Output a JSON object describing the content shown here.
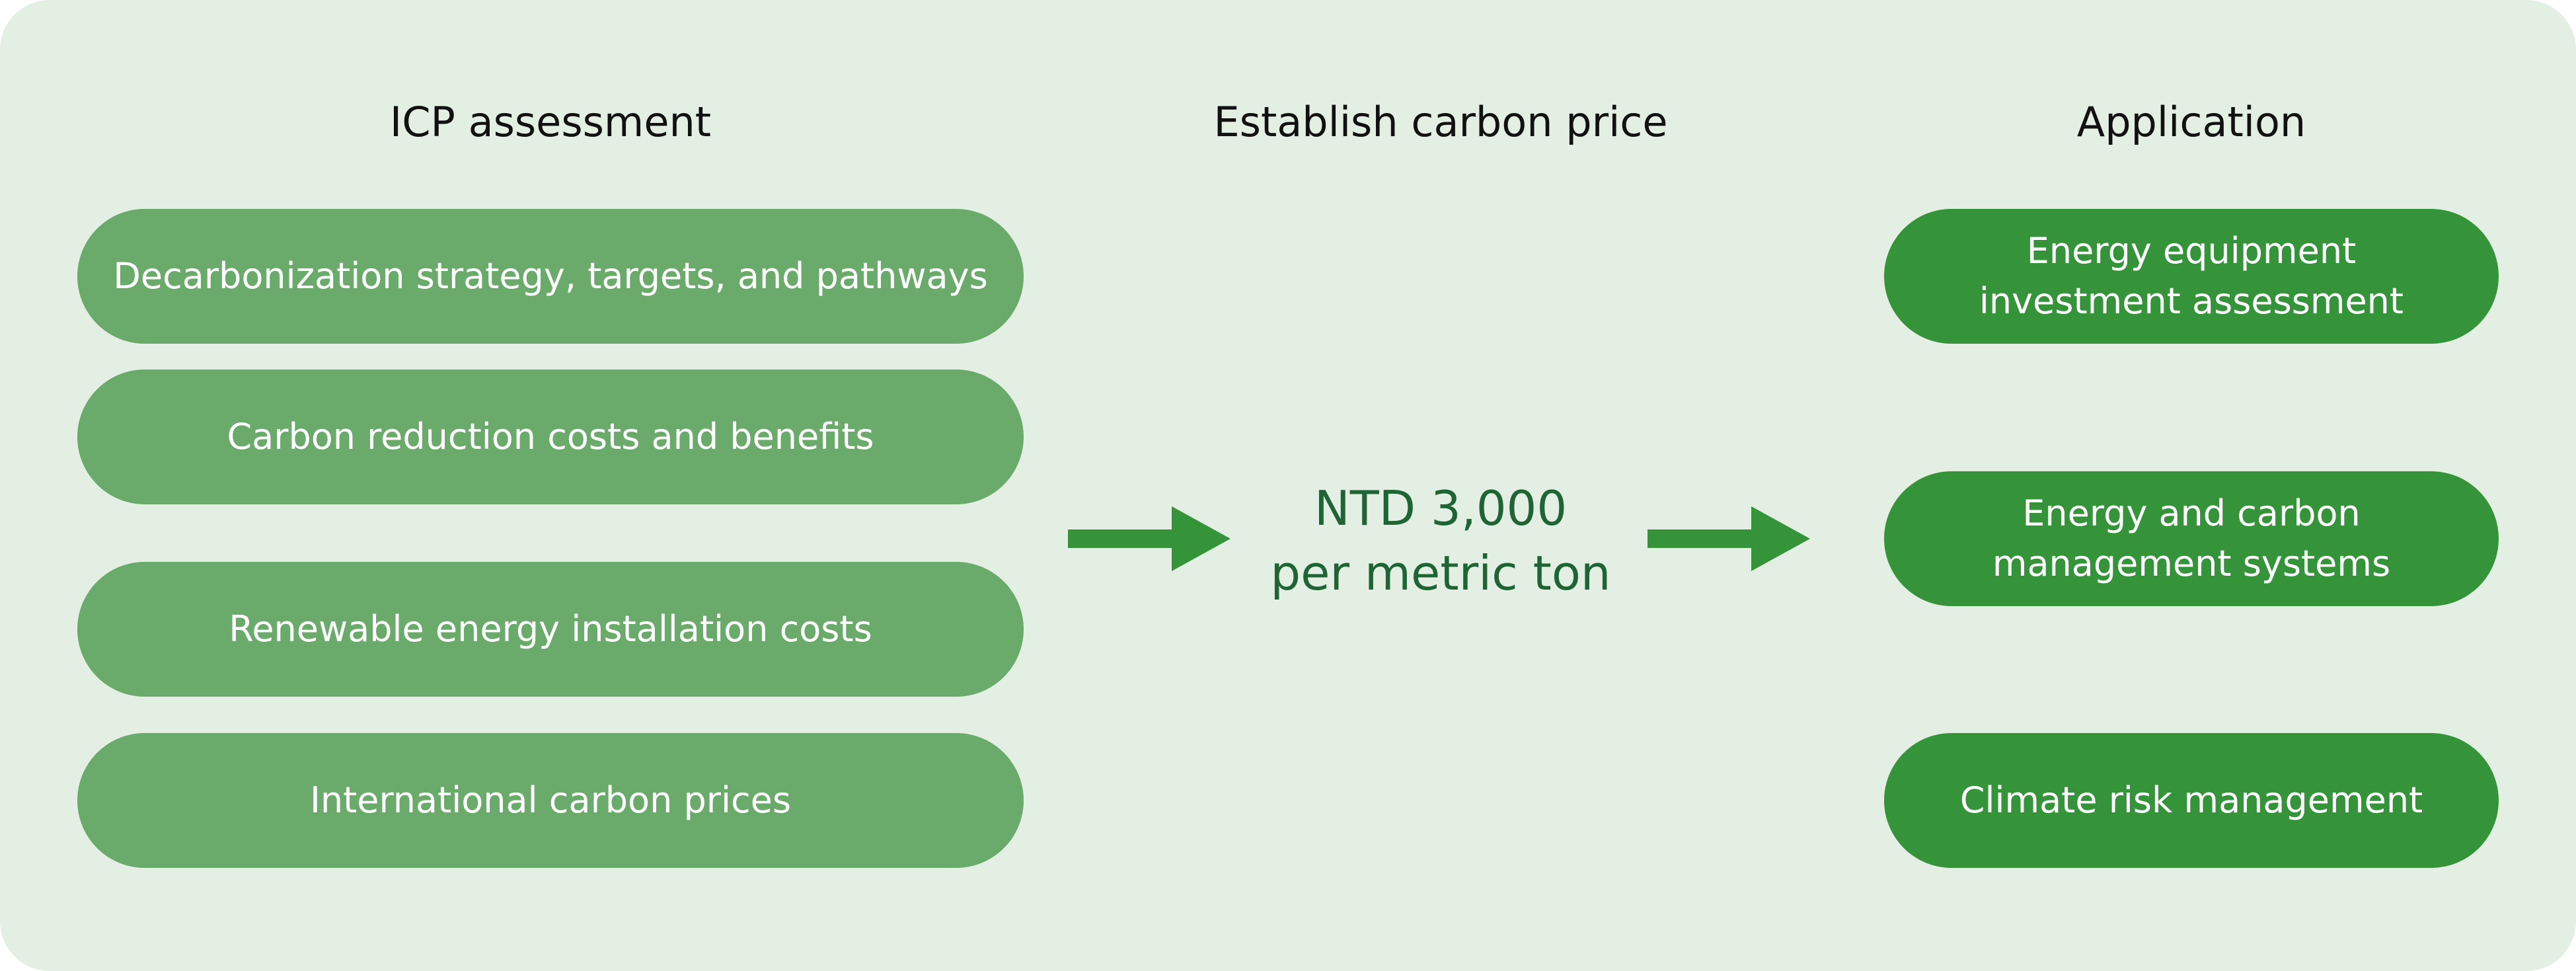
{
  "headers": {
    "assessment": "ICP assessment",
    "price": "Establish carbon price",
    "application": "Application"
  },
  "assessment_items": [
    "Decarbonization strategy, targets, and pathways",
    "Carbon reduction costs and benefits",
    "Renewable energy installation costs",
    "International carbon prices"
  ],
  "price": {
    "line1": "NTD 3,000",
    "line2": "per metric ton"
  },
  "application_items": [
    "Energy equipment investment assessment",
    "Energy and carbon management systems",
    "Climate risk management"
  ],
  "colors": {
    "background": "#e3efe3",
    "assessment_pill": "#6aaa6a",
    "application_pill": "#35933a",
    "arrow": "#35933a",
    "price_text": "#1e6434"
  }
}
